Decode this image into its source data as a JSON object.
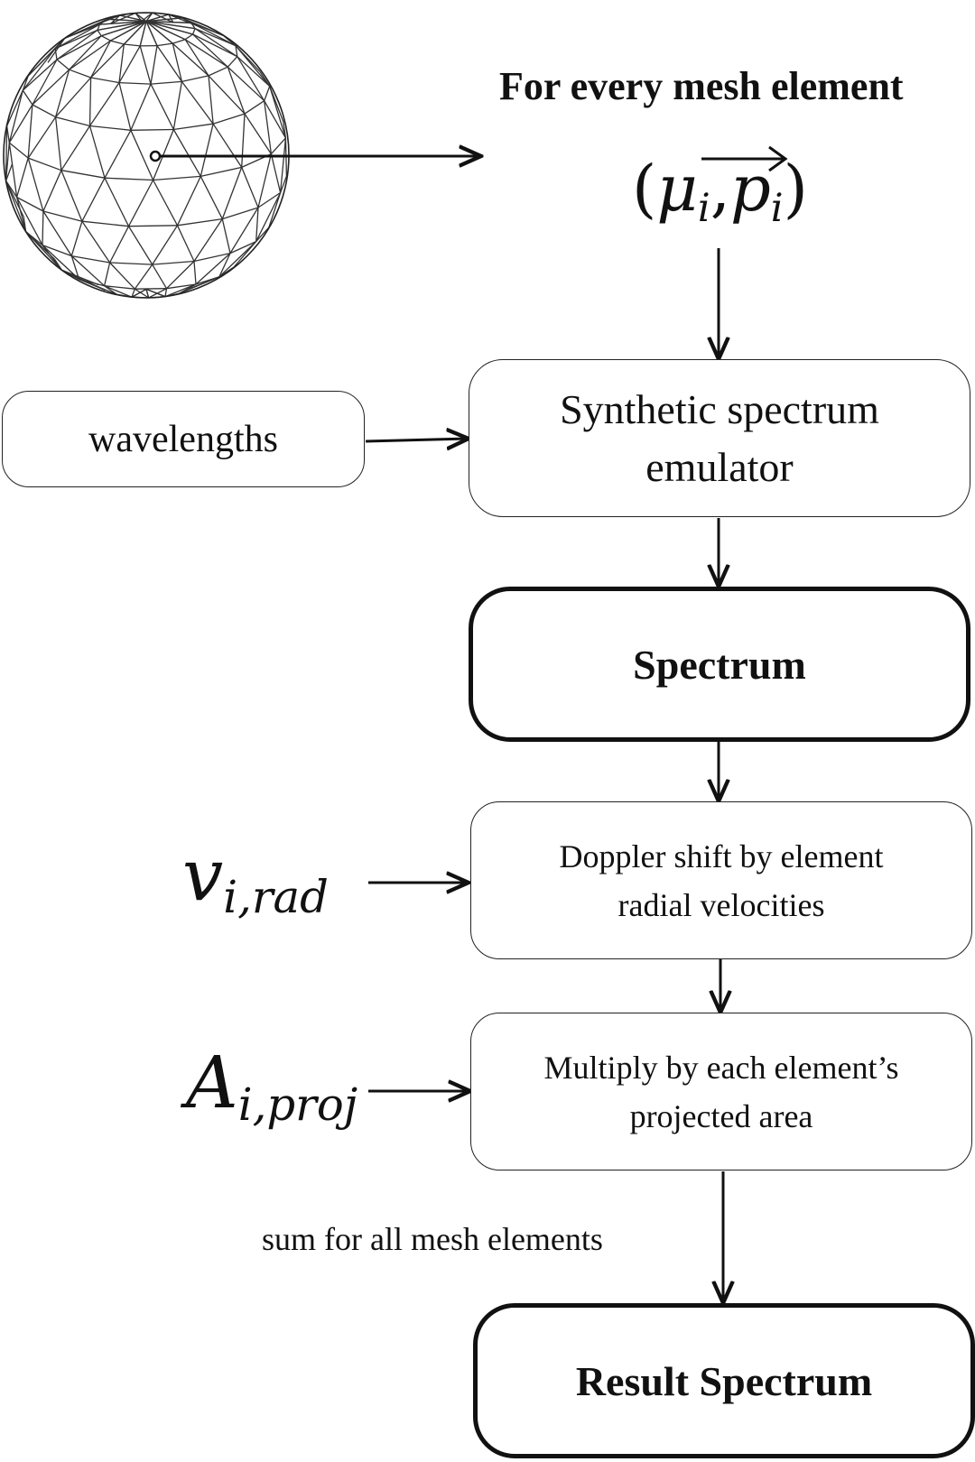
{
  "header": {
    "title": "For every mesh element",
    "params_mu": "μ",
    "params_p": "p",
    "params_sub": "i"
  },
  "boxes": {
    "wavelengths": "wavelengths",
    "emulator_line1": "Synthetic spectrum",
    "emulator_line2": "emulator",
    "spectrum": "Spectrum",
    "doppler_line1": "Doppler shift by element",
    "doppler_line2": "radial velocities",
    "multiply_line1": "Multiply by each element’s",
    "multiply_line2": "projected area",
    "result": "Result Spectrum"
  },
  "inputs": {
    "v_symbol": "v",
    "v_sub": "i,rad",
    "a_symbol": "A",
    "a_sub": "i,proj"
  },
  "labels": {
    "sum": "sum for all mesh elements"
  }
}
